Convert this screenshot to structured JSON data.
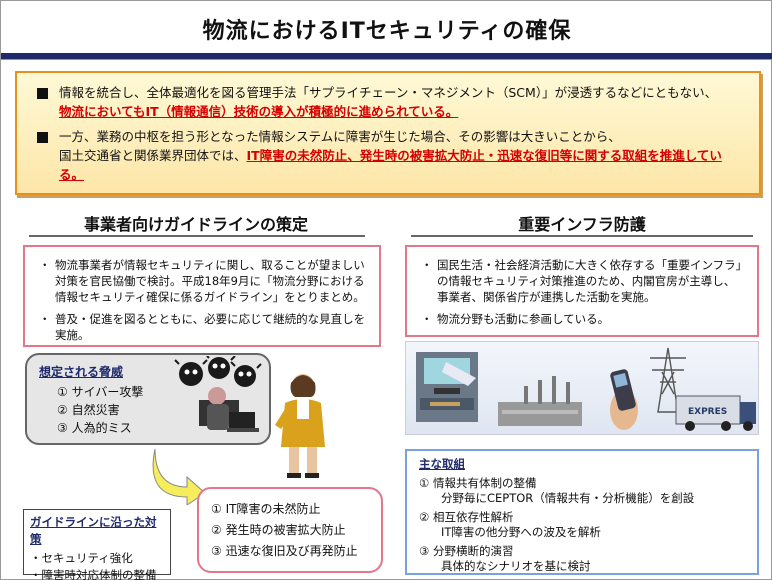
{
  "header": {
    "title": "物流におけるITセキュリティの確保"
  },
  "summary": {
    "item1_text": "情報を統合し、全体最適化を図る管理手法「サプライチェーン・マネジメント（SCM）」が浸透するなどにともない、",
    "item1_highlight": "物流においてもIT（情報通信）技術の導入が積極的に進められている。",
    "item2_text_a": "一方、業務の中枢を担う形となった情報システムに障害が生じた場合、その影響は大きいことから、",
    "item2_text_b": "国土交通省と関係業界団体では、",
    "item2_highlight": "IT障害の未然防止、発生時の被害拡大防止・迅速な復旧等に関する取組を推進している。"
  },
  "left": {
    "heading": "事業者向けガイドラインの策定",
    "bullet1": "物流事業者が情報セキュリティに関し、取ることが望ましい対策を官民協働で検討。平成18年9月に「物流分野における情報セキュリティ確保に係るガイドライン」をとりまとめ。",
    "bullet2": "普及・促進を図るとともに、必要に応じて継続的な見直しを実施。",
    "threats": {
      "heading": "想定される脅威",
      "items": [
        "① サイバー攻撃",
        "② 自然災害",
        "③ 人為的ミス"
      ]
    },
    "guide": {
      "heading": "ガイドラインに沿った対策",
      "items": [
        "・セキュリティ強化",
        "・障害時対応体制の整備"
      ]
    },
    "measures": [
      "① IT障害の未然防止",
      "② 発生時の被害拡大防止",
      "③ 迅速な復旧及び再発防止"
    ]
  },
  "right": {
    "heading": "重要インフラ防護",
    "bullet1": "国民生活・社会経済活動に大きく依存する「重要インフラ」の情報セキュリティ対策推進のため、内閣官房が主導し、事業者、関係省庁が連携した活動を実施。",
    "bullet2": "物流分野も活動に参画している。",
    "truck_label": "EXPRES",
    "main": {
      "heading": "主な取組",
      "items": [
        {
          "title": "① 情報共有体制の整備",
          "desc": "分野毎にCEPTOR（情報共有・分析機能）を創設"
        },
        {
          "title": "② 相互依存性解析",
          "desc": "IT障害の他分野への波及を解析"
        },
        {
          "title": "③ 分野横断的演習",
          "desc": "具体的なシナリオを基に検討"
        }
      ]
    }
  },
  "colors": {
    "navy": "#1f2a6b",
    "red_highlight": "#d60000",
    "summary_border": "#e8901c",
    "red_box": "#e3788a",
    "blue_box": "#7aa0e0"
  }
}
